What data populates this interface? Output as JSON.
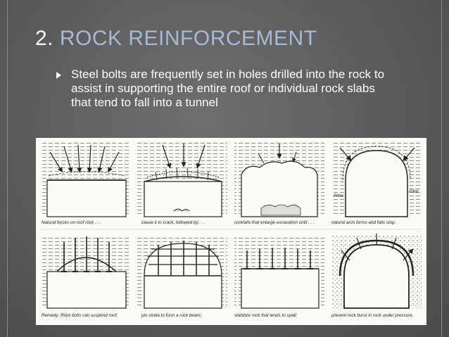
{
  "slide": {
    "title_number": "2.",
    "title_text": "ROCK REINFORCEMENT",
    "bullet": "Steel bolts are frequently set in holes drilled into the rock to assist in supporting the entire roof or individual rock slabs that tend to fall into a tunnel"
  },
  "figure": {
    "captions_top": [
      "Natural forces on roof rock . . .",
      "cause it to crack,  followed by . . .",
      "rockfalls that enlarge excavation until . . .",
      "natural arch forms and falls stop."
    ],
    "captions_bottom": [
      "Remedy:  Rock bolts can suspend roof;",
      "pin strata to form a rock beam;",
      "stabilize rock that tends to spall;",
      "prevent rock burst in rock under pressure."
    ],
    "pillar_labels": [
      "Pillar",
      "Pillar"
    ]
  },
  "colors": {
    "background": "#5c5c5c",
    "title_accent": "#aab8d8",
    "text": "#ffffff"
  },
  "icons": {
    "bullet": "triangle-right-bullet-icon"
  }
}
